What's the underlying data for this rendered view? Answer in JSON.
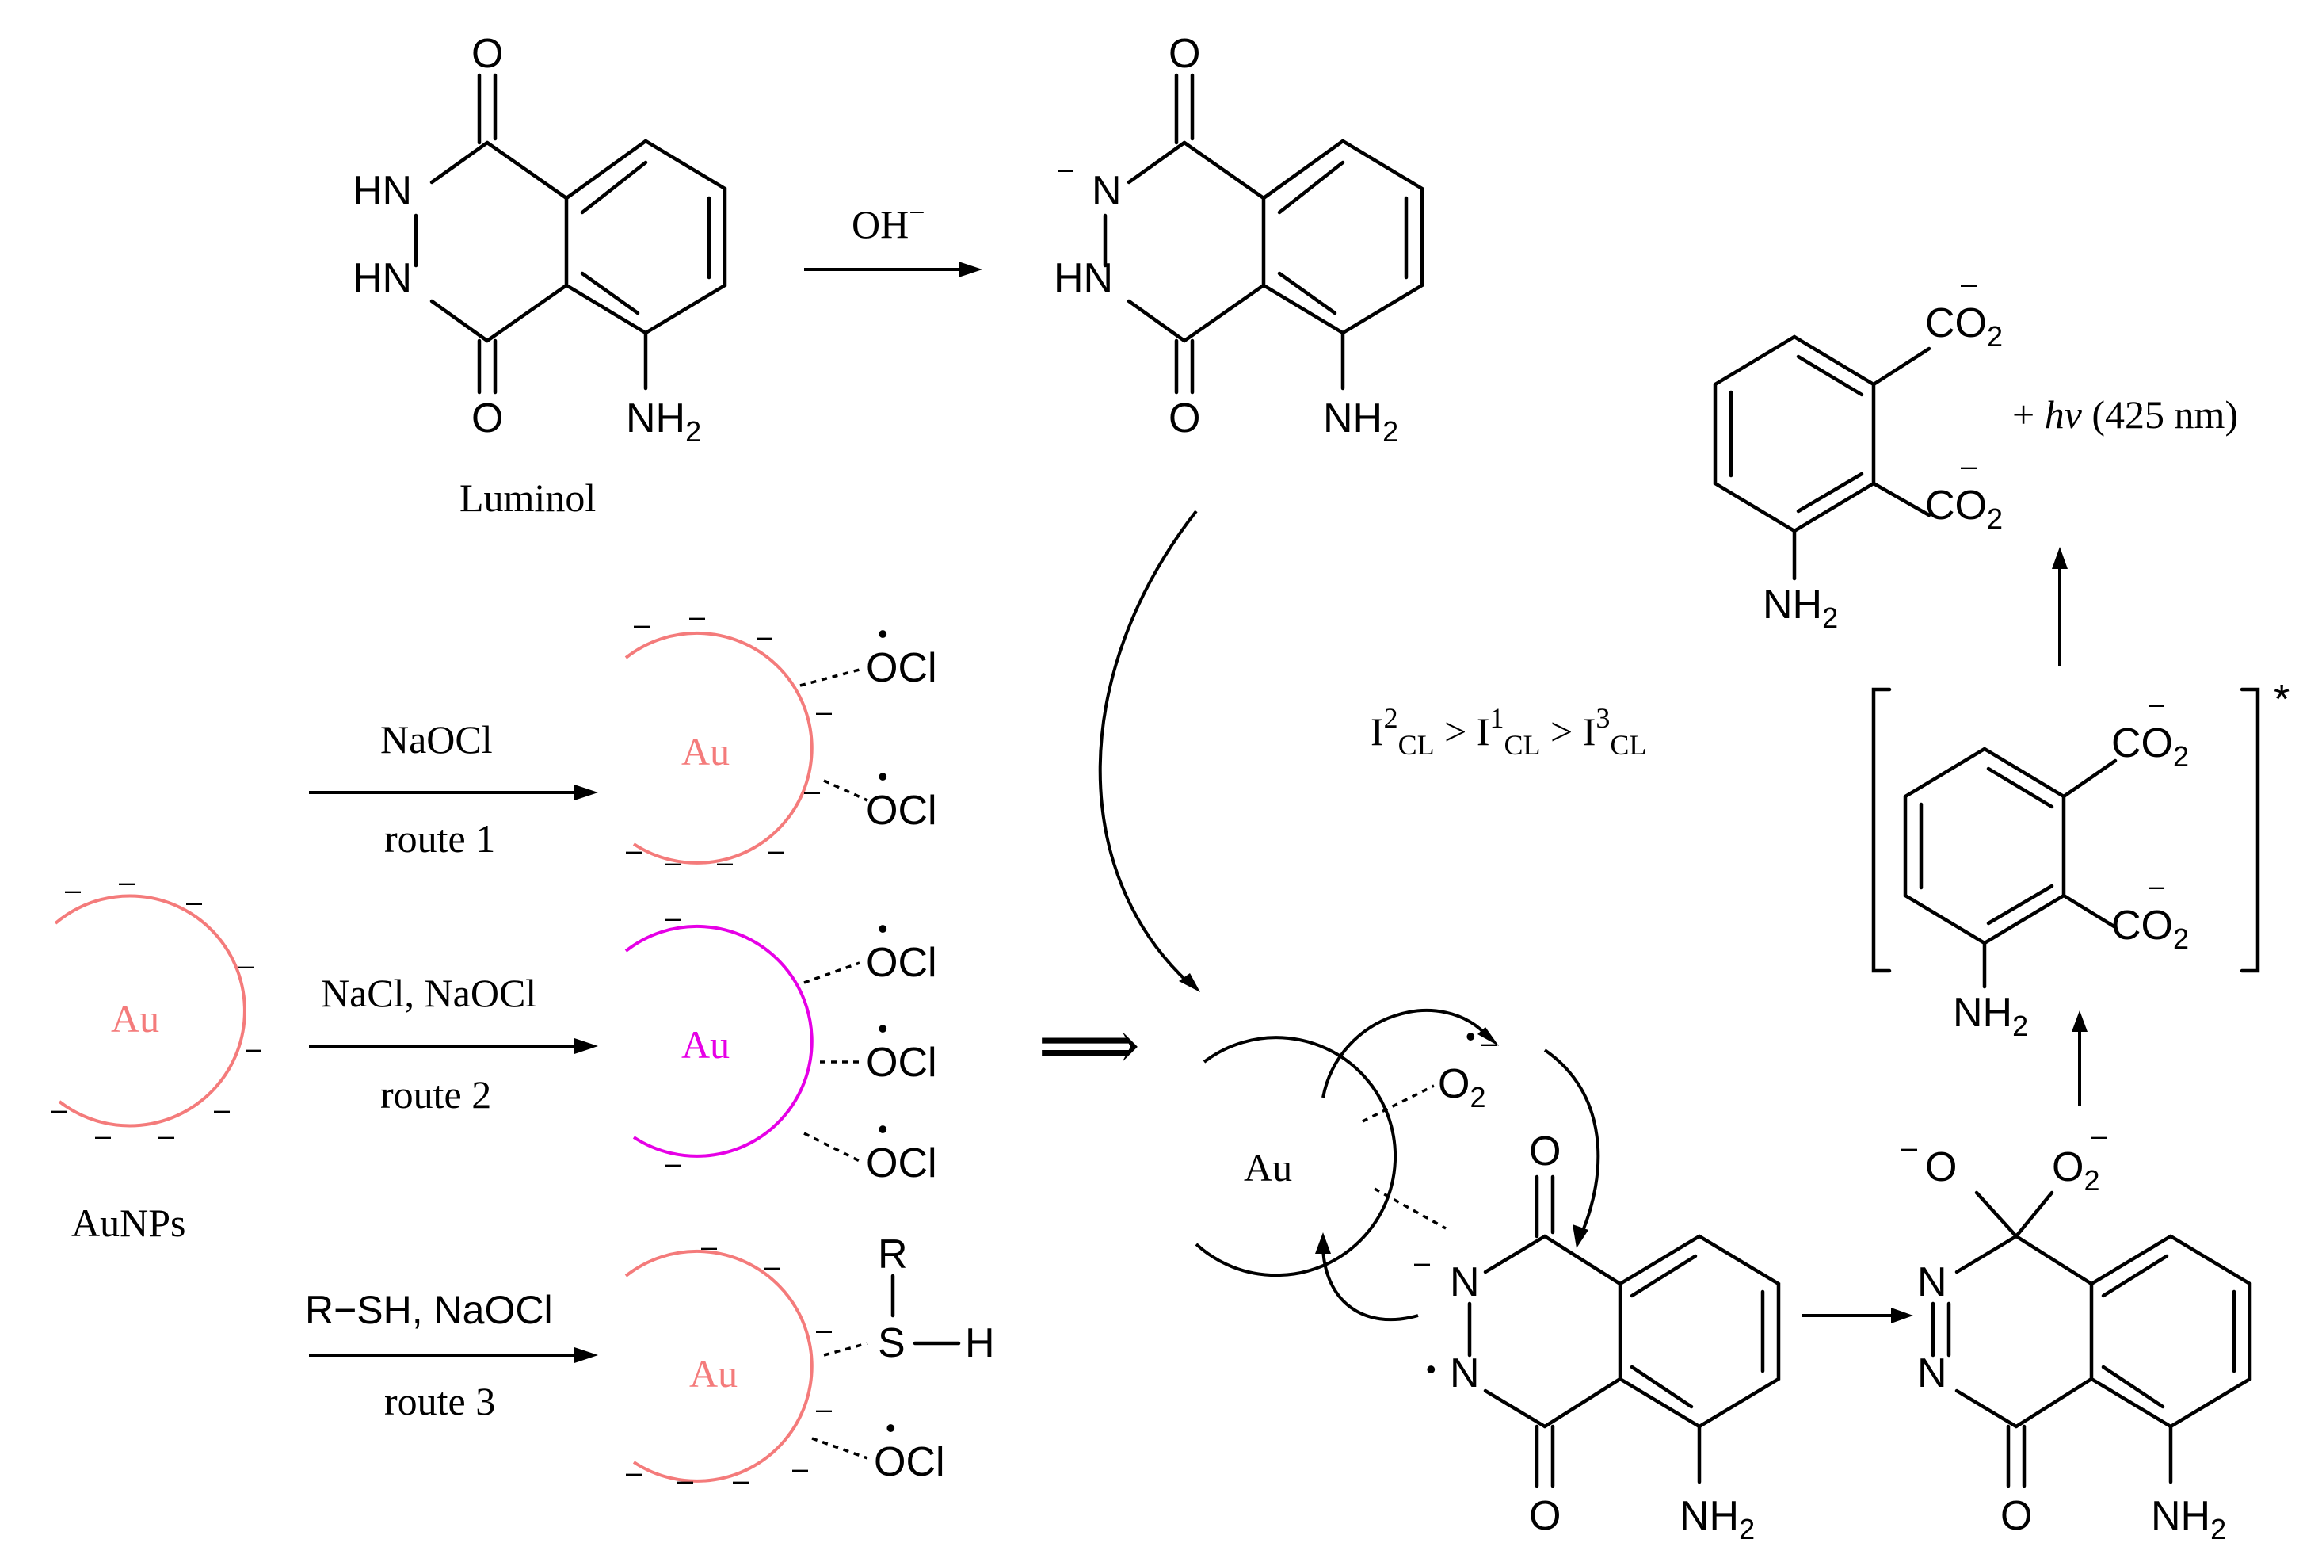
{
  "colors": {
    "au_pink": "#f47b7b",
    "au_magenta": "#e600e6",
    "ink": "#000000"
  },
  "text": {
    "luminol": "Luminol",
    "oh": "OH",
    "charge_minus": "−",
    "charge_minus_short": "–",
    "o": "O",
    "hn": "HN",
    "n": "N",
    "nh2_nh": "NH",
    "nh2_sub": "2",
    "co2_co": "CO",
    "co2_sub": "2",
    "hv_prefix": "+ ",
    "hv_h": "h",
    "hv_v": "v",
    "hv_suffix": " (425 nm)",
    "au": "Au",
    "aunps": "AuNPs",
    "ocl": "OCl",
    "dot": "•",
    "naocl": "NaOCl",
    "route1": "route 1",
    "nacl_naocl": "NaCl, NaOCl",
    "route2": "route 2",
    "rsh_naocl": "R−SH, NaOCl",
    "route3": "route 3",
    "r": "R",
    "s": "S",
    "h": "H",
    "i": "I",
    "cl_sub": "CL",
    "sup2": "2",
    "sup1": "1",
    "sup3": "3",
    "gt": " > ",
    "o2": "O",
    "o2_sub": "2",
    "star": "*",
    "implies": "⟹"
  }
}
